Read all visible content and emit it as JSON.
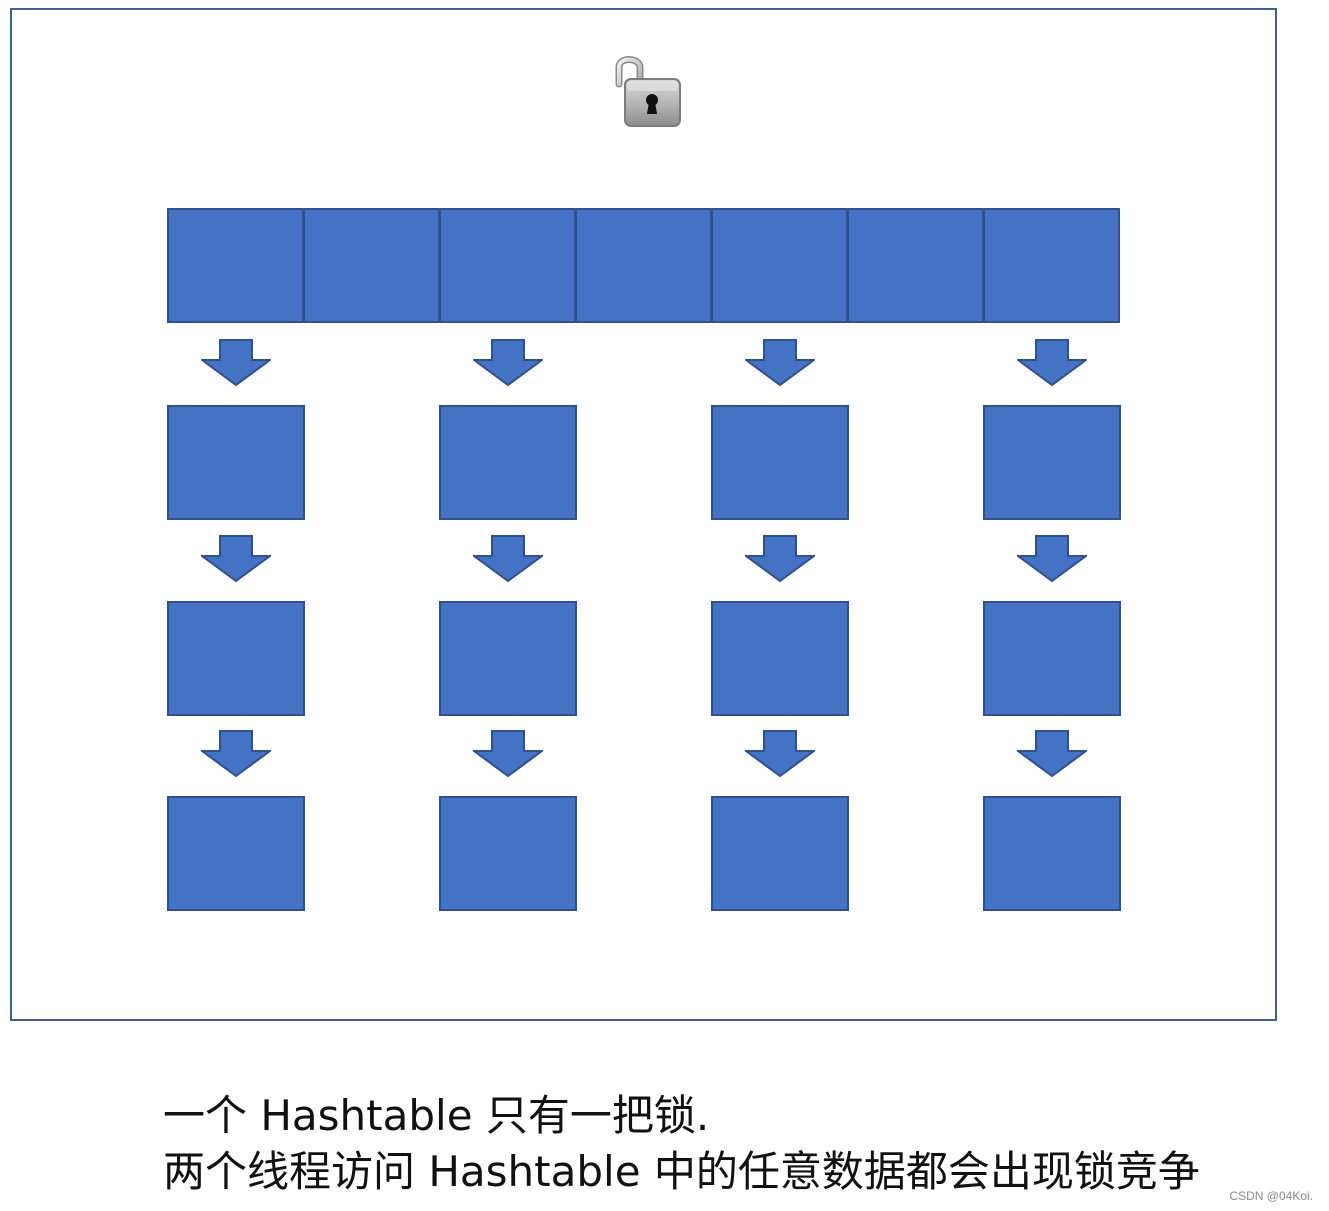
{
  "diagram": {
    "bucket_count": 7,
    "chains": [
      {
        "bucket_index": 0,
        "node_count": 3
      },
      {
        "bucket_index": 2,
        "node_count": 3
      },
      {
        "bucket_index": 4,
        "node_count": 3
      },
      {
        "bucket_index": 6,
        "node_count": 3
      }
    ],
    "lock_icon": "open-padlock-icon",
    "colors": {
      "frame_border": "#3f5f93",
      "box_fill": "#4472c4",
      "box_border": "#2f528f"
    }
  },
  "caption": {
    "line1": "一个 Hashtable 只有一把锁.",
    "line2": "两个线程访问 Hashtable 中的任意数据都会出现锁竞争"
  },
  "watermark": "CSDN @04Koi."
}
